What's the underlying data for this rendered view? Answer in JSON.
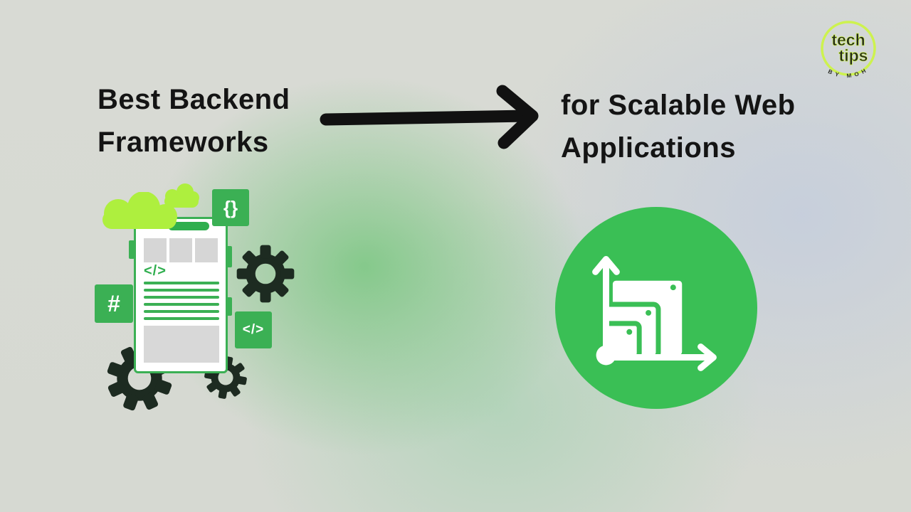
{
  "header": {
    "title_left": {
      "line1": "Best Backend",
      "line2": "Frameworks"
    },
    "title_right": {
      "line1": "for Scalable Web",
      "line2": "Applications"
    }
  },
  "logo": {
    "word1": "tech",
    "word2": "tips",
    "tagline": "BY MOH"
  },
  "illustration": {
    "badge_braces": "{}",
    "badge_hash": "#",
    "badge_code": "</>",
    "phone_code": "</>"
  },
  "colors": {
    "accent_green": "#3bb054",
    "circle_green": "#3abf55",
    "lime_cloud": "#aeef3e",
    "logo_lime": "#cdf24f",
    "gear_dark": "#1d2b21",
    "text_dark": "#141414"
  }
}
